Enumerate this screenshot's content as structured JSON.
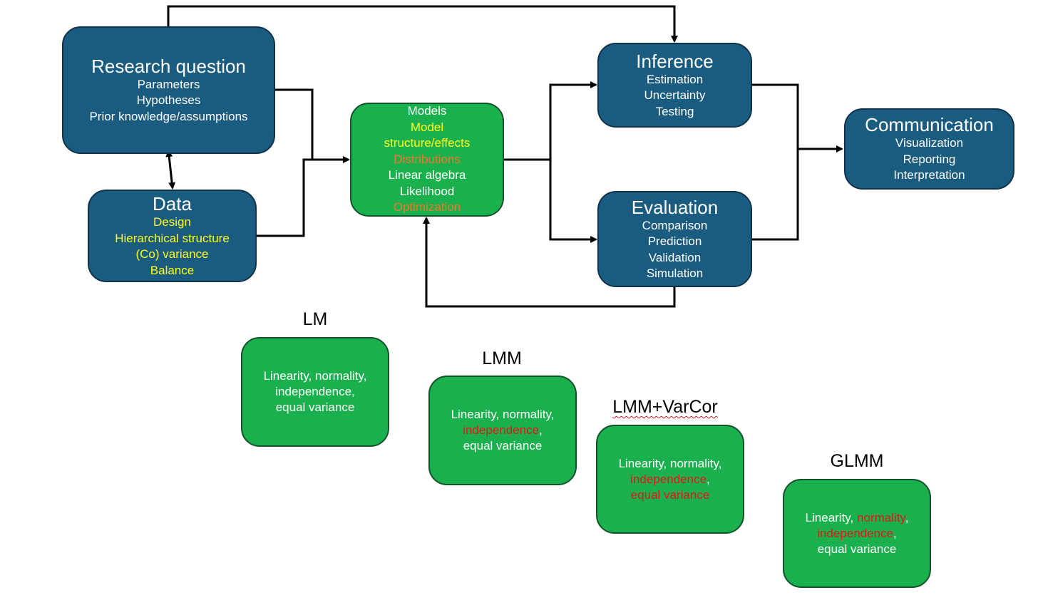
{
  "research": {
    "title": "Research question",
    "lines": [
      "Parameters",
      "Hypotheses",
      "Prior knowledge/assumptions"
    ]
  },
  "data_box": {
    "title": "Data",
    "lines": [
      "Design",
      "Hierarchical structure",
      "(Co) variance",
      "Balance"
    ]
  },
  "models": {
    "lines": [
      "Models",
      "Model",
      "structure/effects",
      "Distributions",
      "Linear algebra",
      "Likelihood",
      "Optimization"
    ]
  },
  "inference": {
    "title": "Inference",
    "lines": [
      "Estimation",
      "Uncertainty",
      "Testing"
    ]
  },
  "evaluation": {
    "title": "Evaluation",
    "lines": [
      "Comparison",
      "Prediction",
      "Validation",
      "Simulation"
    ]
  },
  "communication": {
    "title": "Communication",
    "lines": [
      "Visualization",
      "Reporting",
      "Interpretation"
    ]
  },
  "lm": {
    "label": "LM",
    "line1": "Linearity, normality,",
    "line2": "independence,",
    "line3": "equal variance"
  },
  "lmm": {
    "label": "LMM",
    "line1": "Linearity, normality,",
    "line2_red": "independence",
    "line2_tail": ",",
    "line3": "equal variance"
  },
  "lmm_varcor": {
    "label": "LMM+VarCor",
    "line1": "Linearity, normality,",
    "line2_red": "independence",
    "line2_tail": ",",
    "line3_red": "equal variance"
  },
  "glmm": {
    "label": "GLMM",
    "line1_head": "Linearity, ",
    "line1_red": "normality",
    "line1_tail": ",",
    "line2_red": "independence",
    "line2_tail": ",",
    "line3": "equal variance"
  },
  "colors": {
    "blue_box": "#1a5c80",
    "green_box": "#1bb04e",
    "yellow_text": "#ffff1a",
    "orange_text": "#f0782a",
    "red_text": "#e01818"
  }
}
